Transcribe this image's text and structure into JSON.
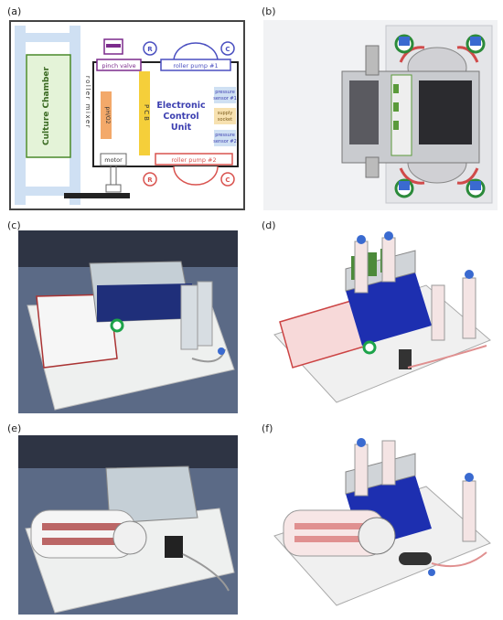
{
  "panel_labels": {
    "a": "(a)",
    "b": "(b)",
    "c": "(c)",
    "d": "(d)",
    "e": "(e)",
    "f": "(f)"
  },
  "schematic": {
    "culture_chamber": "Culture Chamber",
    "roller_mixer": "roller mixer",
    "pinch_valve": "pinch valve",
    "roller_pump_1": "roller pump #1",
    "roller_pump_2": "roller pump #2",
    "pcb": "PCB",
    "ecu_line1": "Electronic",
    "ecu_line2": "Control",
    "ecu_line3": "Unit",
    "ph_o2": "pH/O2",
    "pressure_sensor_1_line1": "pressure",
    "pressure_sensor_1_line2": "sensor #1",
    "supply_socket_line1": "supply",
    "supply_socket_line2": "socket",
    "pressure_sensor_2_line1": "pressure",
    "pressure_sensor_2_line2": "sensor #2",
    "motor": "motor",
    "r_marker": "R",
    "c_marker": "C"
  },
  "colors": {
    "blue": "#4a4fc0",
    "red": "#d9534f",
    "purple": "#7b2a8c",
    "green_fill": "#e4f3d8",
    "green_border": "#4a8a2a",
    "pcb_yellow": "#f5cf3a",
    "ph_orange": "#f3a96a",
    "pale_blue": "#cfe0f3"
  }
}
